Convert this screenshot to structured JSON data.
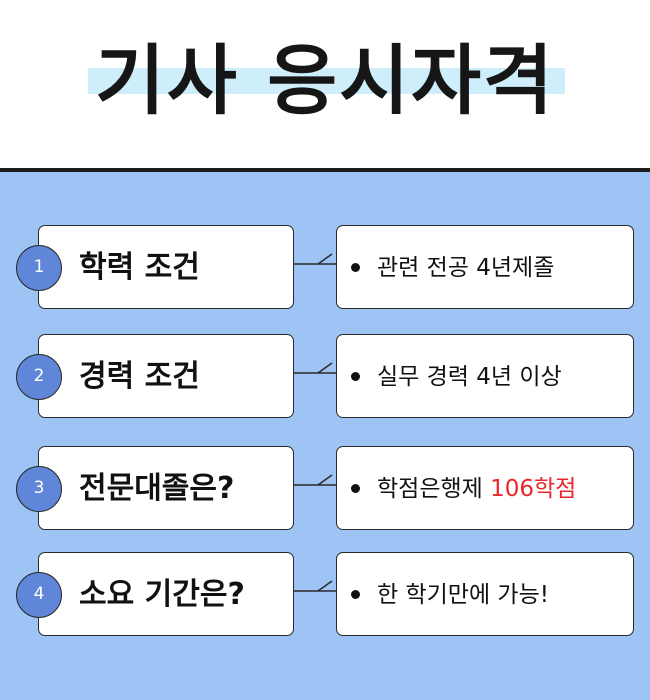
{
  "title": "기사 응시자격",
  "colors": {
    "panel_bg": "#9ec3f5",
    "circle_fill": "#5f86d8",
    "title_highlight": "#cfeefb",
    "accent": "#e8262b"
  },
  "items": [
    {
      "number": "1",
      "label": "학력 조건",
      "value": "관련 전공 4년제졸",
      "value_accent": ""
    },
    {
      "number": "2",
      "label": "경력 조건",
      "value": "실무 경력 4년 이상",
      "value_accent": ""
    },
    {
      "number": "3",
      "label": "전문대졸은?",
      "value": "학점은행제 ",
      "value_accent": "106학점"
    },
    {
      "number": "4",
      "label": "소요 기간은?",
      "value": "한 학기만에 가능!",
      "value_accent": ""
    }
  ]
}
